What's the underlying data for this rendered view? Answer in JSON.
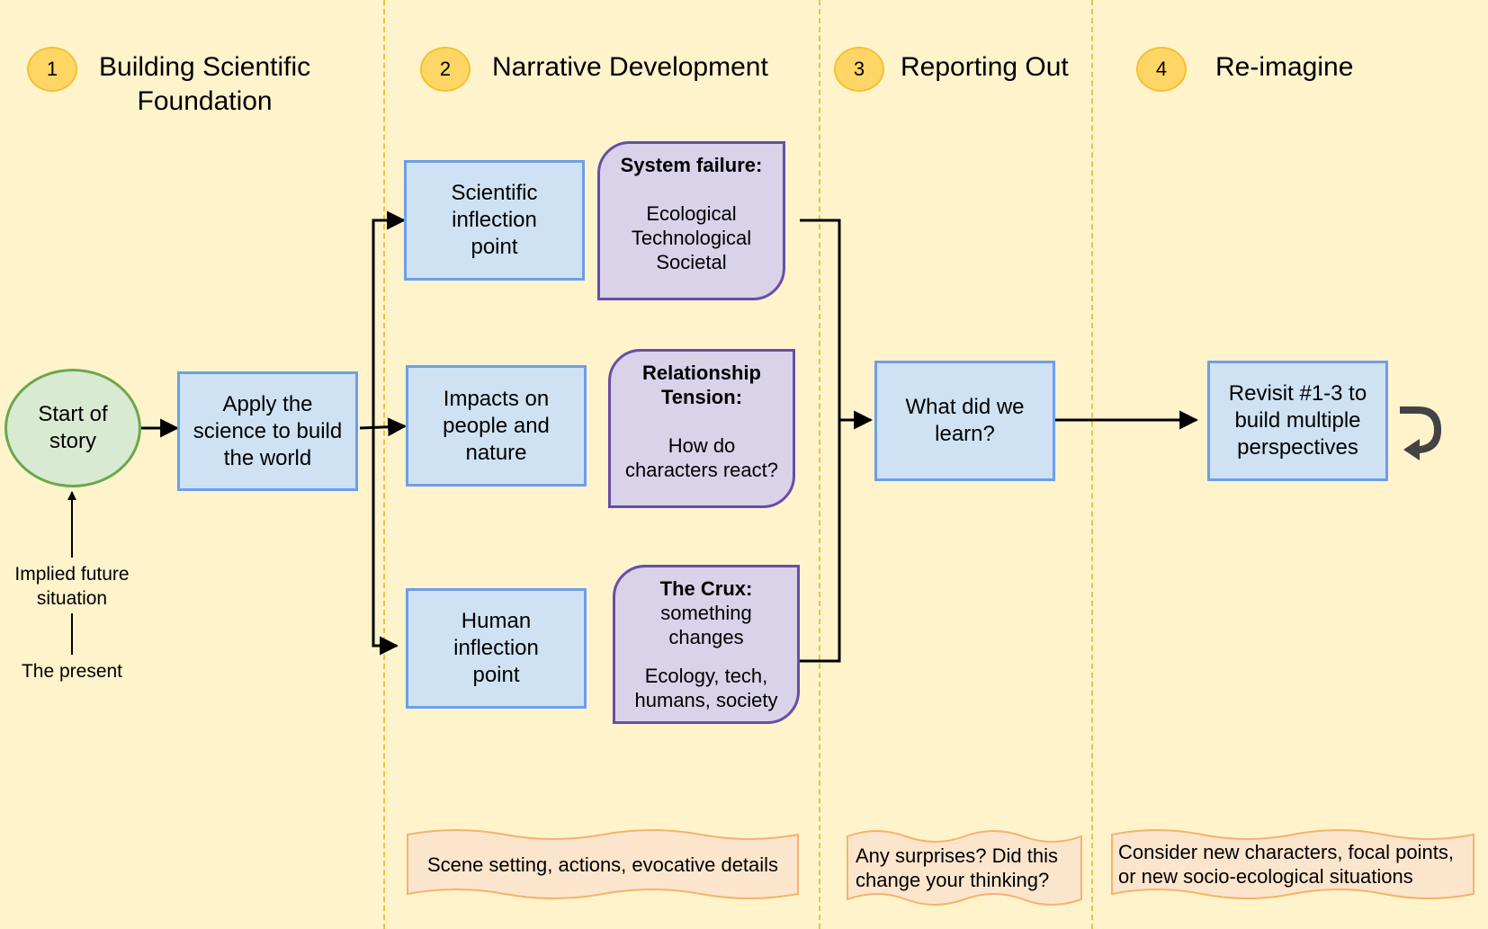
{
  "columns": [
    {
      "number": "1",
      "title_line1": "Building Scientific",
      "title_line2": "Foundation"
    },
    {
      "number": "2",
      "title": "Narrative Development"
    },
    {
      "number": "3",
      "title": "Reporting Out"
    },
    {
      "number": "4",
      "title": "Re-imagine"
    }
  ],
  "nodes": {
    "start": {
      "line1": "Start of",
      "line2": "story"
    },
    "apply": {
      "line1": "Apply the",
      "line2": "science to build",
      "line3": "the world"
    },
    "implied": {
      "line1": "Implied future",
      "line2": "situation"
    },
    "present": "The present",
    "sci_inflection": {
      "line1": "Scientific",
      "line2": "inflection",
      "line3": "point"
    },
    "impacts": {
      "line1": "Impacts on",
      "line2": "people and",
      "line3": "nature"
    },
    "human_inflection": {
      "line1": "Human",
      "line2": "inflection",
      "line3": "point"
    },
    "system_failure": {
      "heading": "System failure:",
      "line1": "Ecological",
      "line2": "Technological",
      "line3": "Societal"
    },
    "relationship": {
      "heading1": "Relationship",
      "heading2": "Tension:",
      "line1": "How do",
      "line2": "characters react?"
    },
    "crux": {
      "heading": "The Crux:",
      "line1": "something",
      "line2": "changes",
      "line3": "Ecology, tech,",
      "line4": "humans, society"
    },
    "learn": {
      "line1": "What did we",
      "line2": "learn?"
    },
    "revisit": {
      "line1": "Revisit #1-3 to",
      "line2": "build multiple",
      "line3": "perspectives"
    }
  },
  "notes": {
    "narrative": "Scene setting, actions, evocative details",
    "reporting": {
      "line1": "Any surprises? Did this",
      "line2": "change your thinking?"
    },
    "reimagine": {
      "line1": "Consider new characters, focal points,",
      "line2": "or new socio-ecological situations"
    }
  },
  "icons": {
    "redo": "redo-arrow-icon"
  },
  "colors": {
    "background": "#fff3cc",
    "blue_fill": "#cfe2f3",
    "blue_border": "#6d9eeb",
    "purple_fill": "#d9d2e9",
    "purple_border": "#674ea7",
    "green_fill": "#d9ead3",
    "green_border": "#6aa84f",
    "badge_fill": "#ffd666",
    "note_fill": "#fce5cd",
    "note_border": "#f6b26b"
  }
}
